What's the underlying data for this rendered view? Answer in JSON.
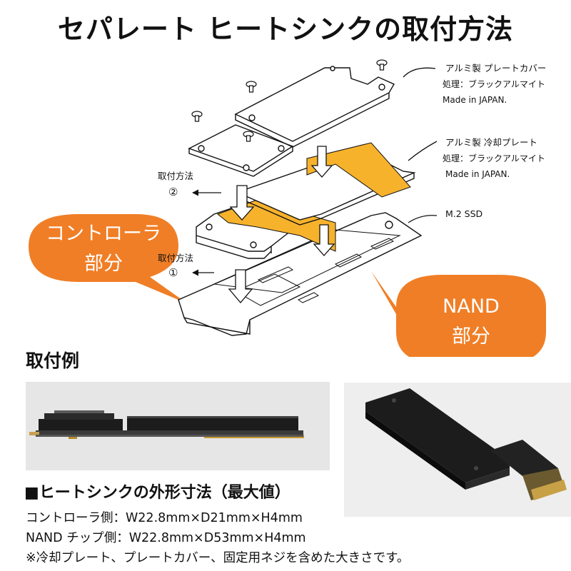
{
  "title": "セパレート ヒートシンクの取付方法",
  "labels": {
    "cover_name": "アルミ製 プレートカバー",
    "cover_process": "処理：ブラックアルマイト",
    "cover_made": "Made in JAPAN.",
    "plate_name": "アルミ製 冷却プレート",
    "plate_process": "処理：ブラックアルマイト",
    "plate_made": "Made in JAPAN.",
    "ssd": "M.2 SSD",
    "method_label": "取付方法",
    "step2": "②",
    "step1": "①"
  },
  "bubbles": {
    "controller_line1": "コントローラ",
    "controller_line2": "部分",
    "nand_line1": "NAND",
    "nand_line2": "部分"
  },
  "example_heading": "取付例",
  "specs": {
    "heading": "■ヒートシンクの外形寸法（最大値）",
    "controller": "コントローラ側：W22.8mm×D21mm×H4mm",
    "nand": "NAND チップ側：W22.8mm×D53mm×H4mm",
    "note": "※冷却プレート、プレートカバー、固定用ネジを含めた大きさです。"
  },
  "colors": {
    "bubble": "#f07e26",
    "tape": "#f7b22c",
    "heatsink": "#1c1c1c"
  }
}
